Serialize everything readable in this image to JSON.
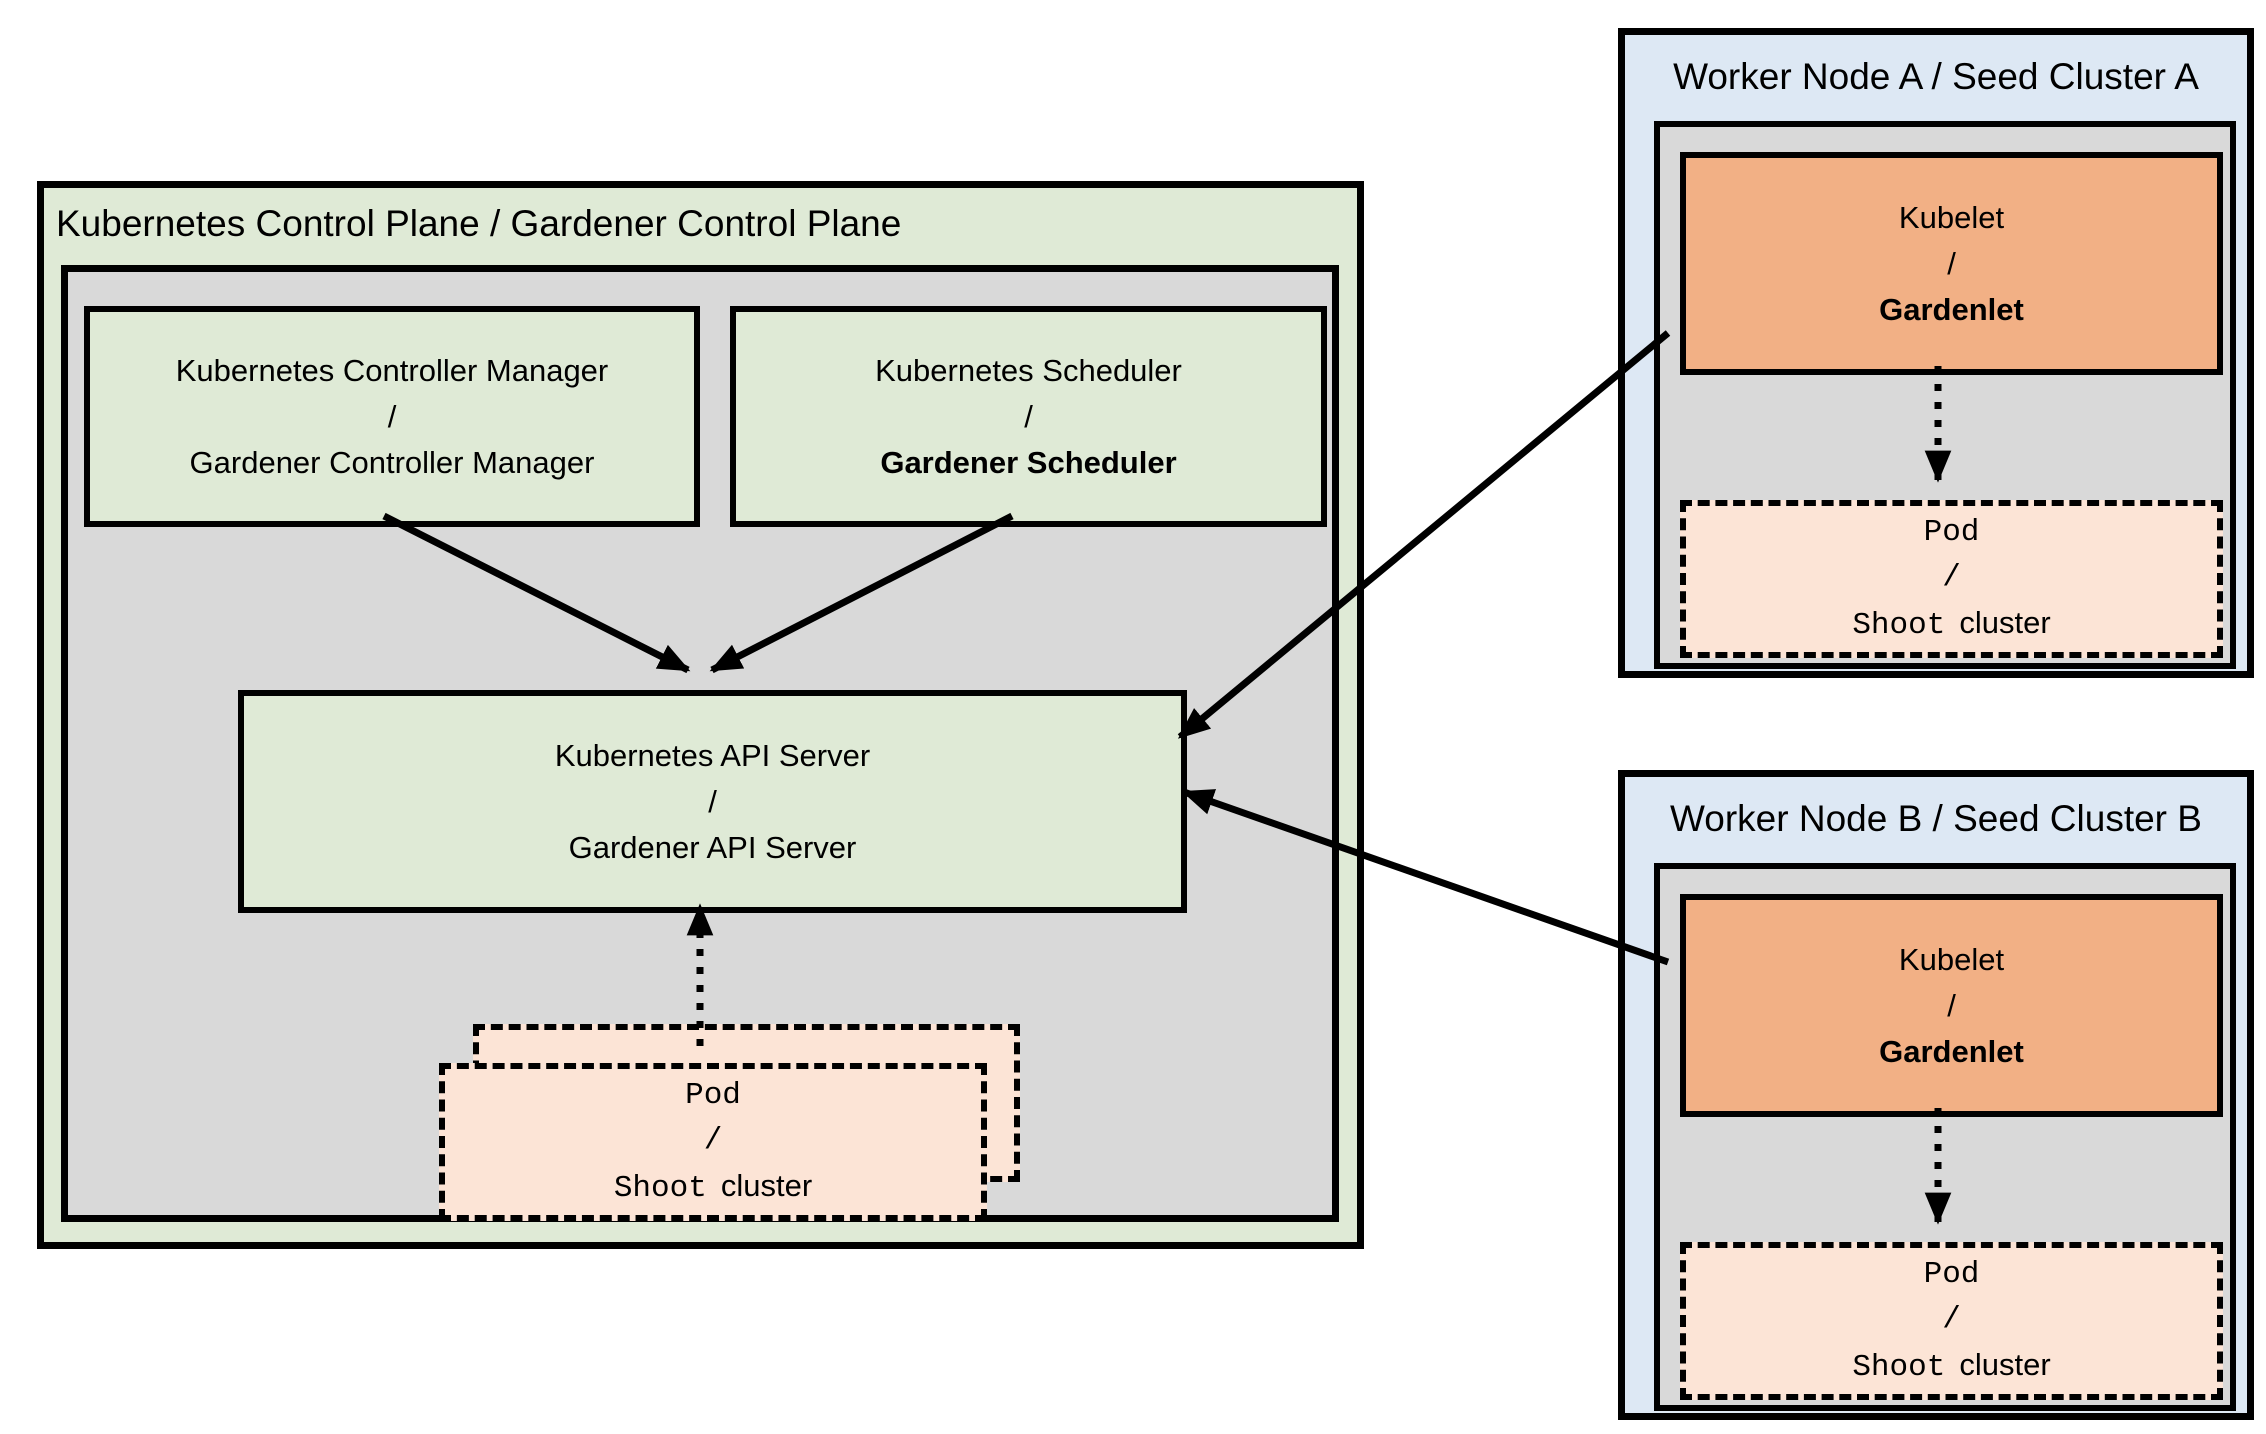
{
  "control_plane": {
    "title": "Kubernetes Control Plane / Gardener Control Plane",
    "controller_manager": {
      "line1": "Kubernetes Controller Manager",
      "line2": "/",
      "line3": "Gardener Controller Manager"
    },
    "scheduler": {
      "line1": "Kubernetes Scheduler",
      "line2": "/",
      "line3": "Gardener Scheduler"
    },
    "api_server": {
      "line1": "Kubernetes API Server",
      "line2": "/",
      "line3": "Gardener API Server"
    },
    "pod_stack": {
      "line1": "Pod",
      "line2": "/",
      "line3_mono": "Shoot",
      "line3_sans": "cluster"
    }
  },
  "workers": [
    {
      "title": "Worker Node A / Seed Cluster A",
      "kubelet": {
        "line1": "Kubelet",
        "line2": "/",
        "line3": "Gardenlet"
      },
      "pod": {
        "line1": "Pod",
        "line2": "/",
        "line3_mono": "Shoot",
        "line3_sans": "cluster"
      }
    },
    {
      "title": "Worker Node B / Seed Cluster B",
      "kubelet": {
        "line1": "Kubelet",
        "line2": "/",
        "line3": "Gardenlet"
      },
      "pod": {
        "line1": "Pod",
        "line2": "/",
        "line3_mono": "Shoot",
        "line3_sans": "cluster"
      }
    }
  ],
  "colors": {
    "green": "#dfead6",
    "gray": "#d9d9d9",
    "blue": "#dde8f4",
    "orange": "#f2b085",
    "peach": "#fce4d6",
    "line": "#000000"
  }
}
